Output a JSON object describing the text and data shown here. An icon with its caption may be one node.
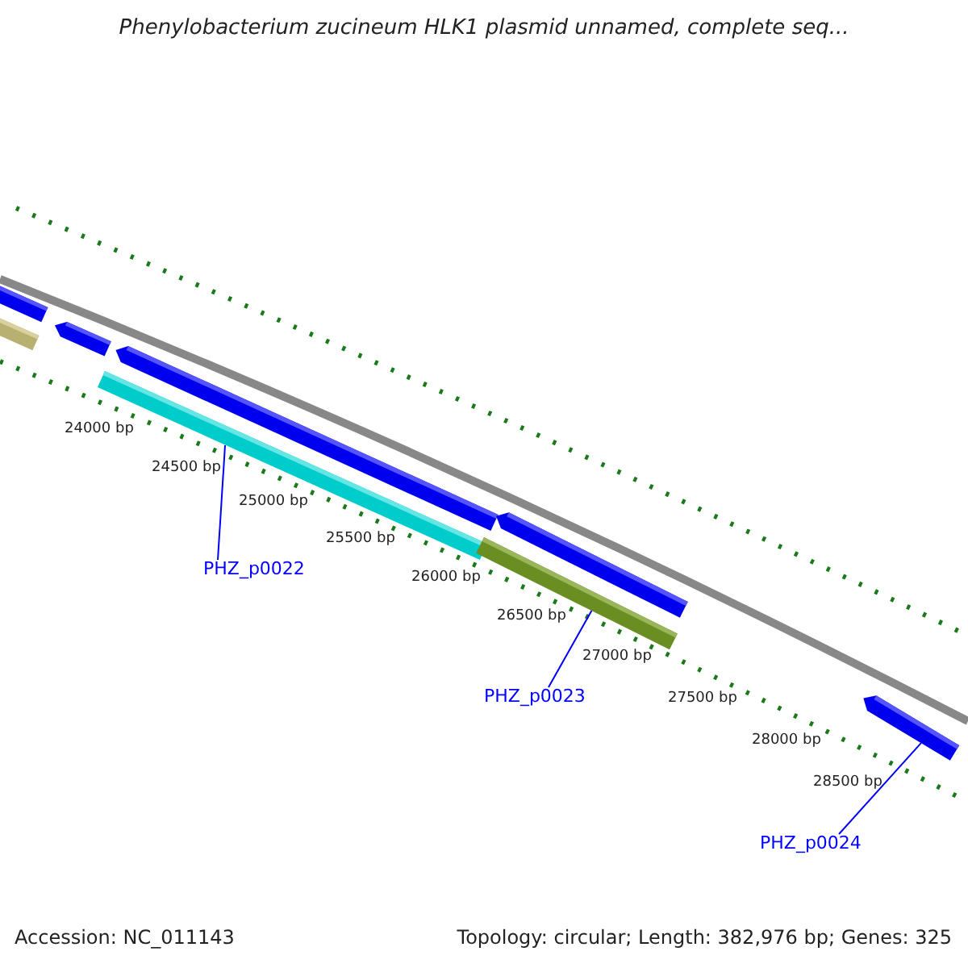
{
  "diagram": {
    "title": "Phenylobacterium zucineum HLK1 plasmid unnamed, complete seq...",
    "nodes": [
      {
        "text": [
          "PHZ_p0022"
        ]
      },
      {
        "text": [],
        "shape": "bar"
      },
      {
        "text": [
          "PHZ_p0023"
        ]
      },
      {
        "text": [],
        "shape": "bar"
      },
      {
        "text": [
          "PHZ_p0024"
        ]
      },
      {
        "text": [],
        "shape": "bar"
      }
    ],
    "edges": [
      {
        "from": 0,
        "to": 1,
        "arrow": "none"
      },
      {
        "from": 2,
        "to": 3,
        "arrow": "none"
      },
      {
        "from": 4,
        "to": 5,
        "arrow": "none"
      }
    ],
    "labels": [
      "24000 bp",
      "24500 bp",
      "25000 bp",
      "25500 bp",
      "26000 bp",
      "26500 bp",
      "27000 bp",
      "27500 bp",
      "28000 bp",
      "28500 bp",
      "Accession: NC_011143",
      "Topology: circular; Length: 382,976 bp; Genes: 325"
    ]
  }
}
